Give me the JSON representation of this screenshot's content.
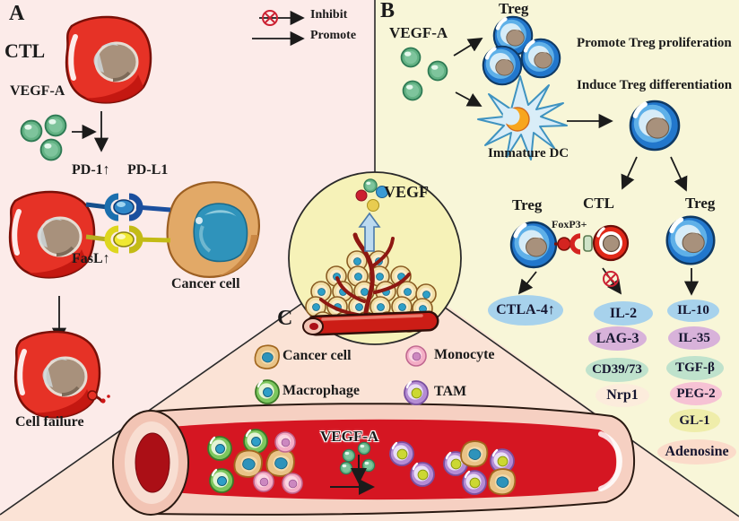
{
  "arrow_legend": {
    "inhibit": "Inhibit",
    "promote": "Promote"
  },
  "panel_a": {
    "label": "A",
    "ctl": "CTL",
    "vegfa": "VEGF-A",
    "pd1": "PD-1↑",
    "pdl1": "PD-L1",
    "fasl": "FasL↑",
    "cancer_cell": "Cancer cell",
    "cell_failure": "Cell failure"
  },
  "panel_b": {
    "label": "B",
    "vegfa": "VEGF-A",
    "treg_top": "Treg",
    "promote_text": "Promote Treg proliferation",
    "induce_text": "Induce Treg differentiation",
    "immature_dc": "Immature DC",
    "treg_left": "Treg",
    "ctl": "CTL",
    "foxp3": "FoxP3+",
    "treg_right": "Treg",
    "molecules": {
      "ctla4": {
        "label": "CTLA-4↑",
        "color": "#a7d2ec"
      },
      "il2": {
        "label": "IL-2",
        "color": "#a7d2ec"
      },
      "lag3": {
        "label": "LAG-3",
        "color": "#d8b2da"
      },
      "cd39_73": {
        "label": "CD39/73",
        "color": "#bfe2cc"
      },
      "nrp1": {
        "label": "Nrp1",
        "color": "#fcecdc"
      },
      "il10": {
        "label": "IL-10",
        "color": "#a7d2ec"
      },
      "il35": {
        "label": "IL-35",
        "color": "#d8b2da"
      },
      "tgf_b": {
        "label": "TGF-β",
        "color": "#bfe2cc"
      },
      "peg2": {
        "label": "PEG-2",
        "color": "#f6c2d4"
      },
      "gl1": {
        "label": "GL-1",
        "color": "#efedaa"
      },
      "adenosine": {
        "label": "Adenosine",
        "color": "#fbdbca"
      }
    }
  },
  "center_circle": {
    "vegf": "VEGF"
  },
  "panel_c": {
    "label": "C",
    "legend": {
      "cancer_cell": "Cancer cell",
      "macrophage": "Macrophage",
      "monocyte": "Monocyte",
      "tam": "TAM"
    },
    "vegfa": "VEGF-A"
  },
  "colors": {
    "panel_a_bg": "#fcebe9",
    "panel_b_bg": "#f8f6d8",
    "panel_c_bg": "#fbe3d6",
    "circle_bg": "#f6f2b8",
    "treg_blue": "#2277cc",
    "ctl_red": "#e63226",
    "cancer_tan": "#e2a967",
    "vegf_green": "#63b284",
    "vessel_red": "#d51622",
    "inhibit_red": "#cc2233"
  }
}
